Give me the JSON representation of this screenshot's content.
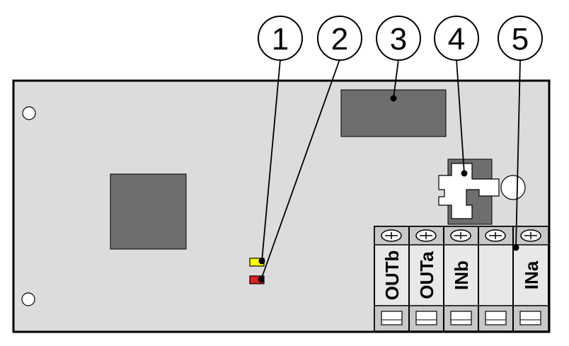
{
  "callouts": [
    {
      "number": "1",
      "target": "yellow-led"
    },
    {
      "number": "2",
      "target": "red-led"
    },
    {
      "number": "3",
      "target": "rectangular-component"
    },
    {
      "number": "4",
      "target": "tamper-switch"
    },
    {
      "number": "5",
      "target": "terminal-block"
    }
  ],
  "terminals": [
    "OUTb",
    "OUTa",
    "INb",
    "",
    "INa"
  ],
  "colors": {
    "board": "#dcdcdc",
    "component": "#6e6e6e",
    "led_yellow": "#ffff00",
    "led_red": "#e02020",
    "terminal_block": "#e8e8e8",
    "screw_strip": "#c8c8c8"
  },
  "icons": {
    "screw": "screw-icon",
    "wire_clamp": "clamp-icon",
    "mounting_hole": "mounting-hole-icon"
  }
}
